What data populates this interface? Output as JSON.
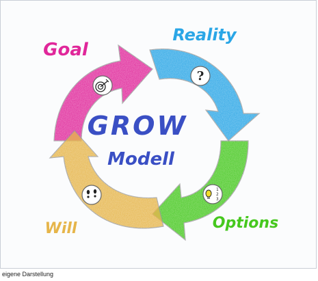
{
  "diagram": {
    "center_title": "GROW",
    "center_subtitle": "Modell",
    "stages": [
      {
        "key": "goal",
        "label": "Goal",
        "color": "#e0279a",
        "icon": "target-dart-icon"
      },
      {
        "key": "reality",
        "label": "Reality",
        "color": "#2aa6e6",
        "icon": "question-mark-icon"
      },
      {
        "key": "options",
        "label": "Options",
        "color": "#46c81e",
        "icon": "lightbulb-list-icon"
      },
      {
        "key": "will",
        "label": "Will",
        "color": "#e6b54a",
        "icon": "footprints-icon"
      }
    ],
    "center_color": "#3a4fc4"
  },
  "caption": "eigene Darstellung"
}
